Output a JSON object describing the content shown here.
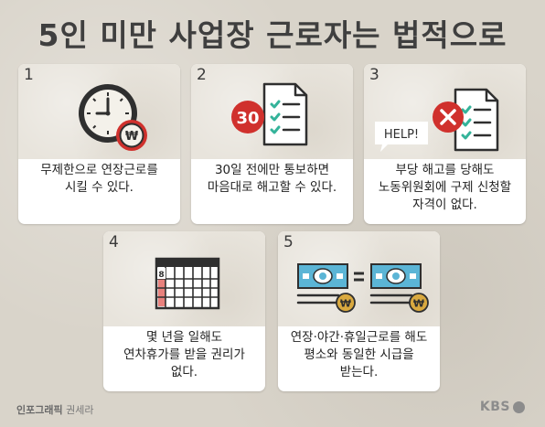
{
  "title": "5인 미만 사업장 근로자는 법적으로",
  "cards": [
    {
      "number": "1",
      "text": "무제한으로 연장근로를\n시킬 수 있다.",
      "icon": "clock-won-icon"
    },
    {
      "number": "2",
      "text": "30일 전에만 통보하면\n마음대로 해고할 수 있다.",
      "icon": "notice-document-icon",
      "badge": "30"
    },
    {
      "number": "3",
      "text": "부당 해고를 당해도\n노동위원회에 구제 신청할\n자격이 없다.",
      "icon": "help-denied-icon",
      "help": "HELP!"
    },
    {
      "number": "4",
      "text": "몇 년을 일해도\n연차휴가를 받을 권리가\n없다.",
      "icon": "calendar-icon",
      "calendar_day": "8"
    },
    {
      "number": "5",
      "text": "연장·야간·휴일근로를 해도\n평소와 동일한 시급을\n받는다.",
      "icon": "equal-pay-icon"
    }
  ],
  "footer": {
    "credit_label": "인포그래픽",
    "credit_name": "권세라",
    "brand": "KBS"
  },
  "colors": {
    "red": "#d0312d",
    "teal": "#34b39a",
    "money": "#5bb5d6",
    "gold": "#d9a93f"
  }
}
